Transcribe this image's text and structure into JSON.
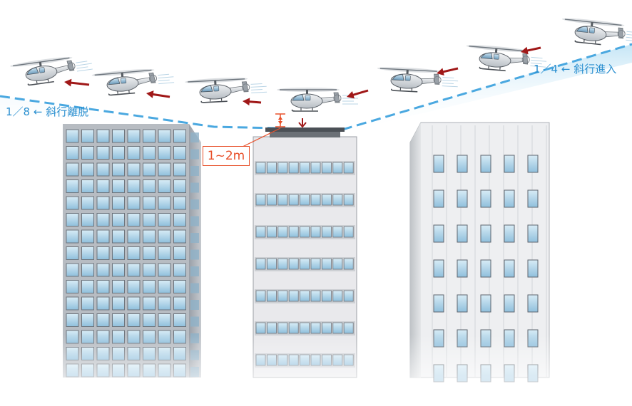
{
  "labels": {
    "departure": "1／8 ← 斜行離脱",
    "approach": "1／4 ← 斜行進入",
    "height": "1~2m"
  },
  "colors": {
    "path_line": "#4aa8e0",
    "path_fill": "#cfeaf7",
    "arrow": "#a01818",
    "height_marker": "#e8502a"
  },
  "icons": {
    "helicopter": "helicopter-icon",
    "arrow": "arrow-left-icon"
  }
}
